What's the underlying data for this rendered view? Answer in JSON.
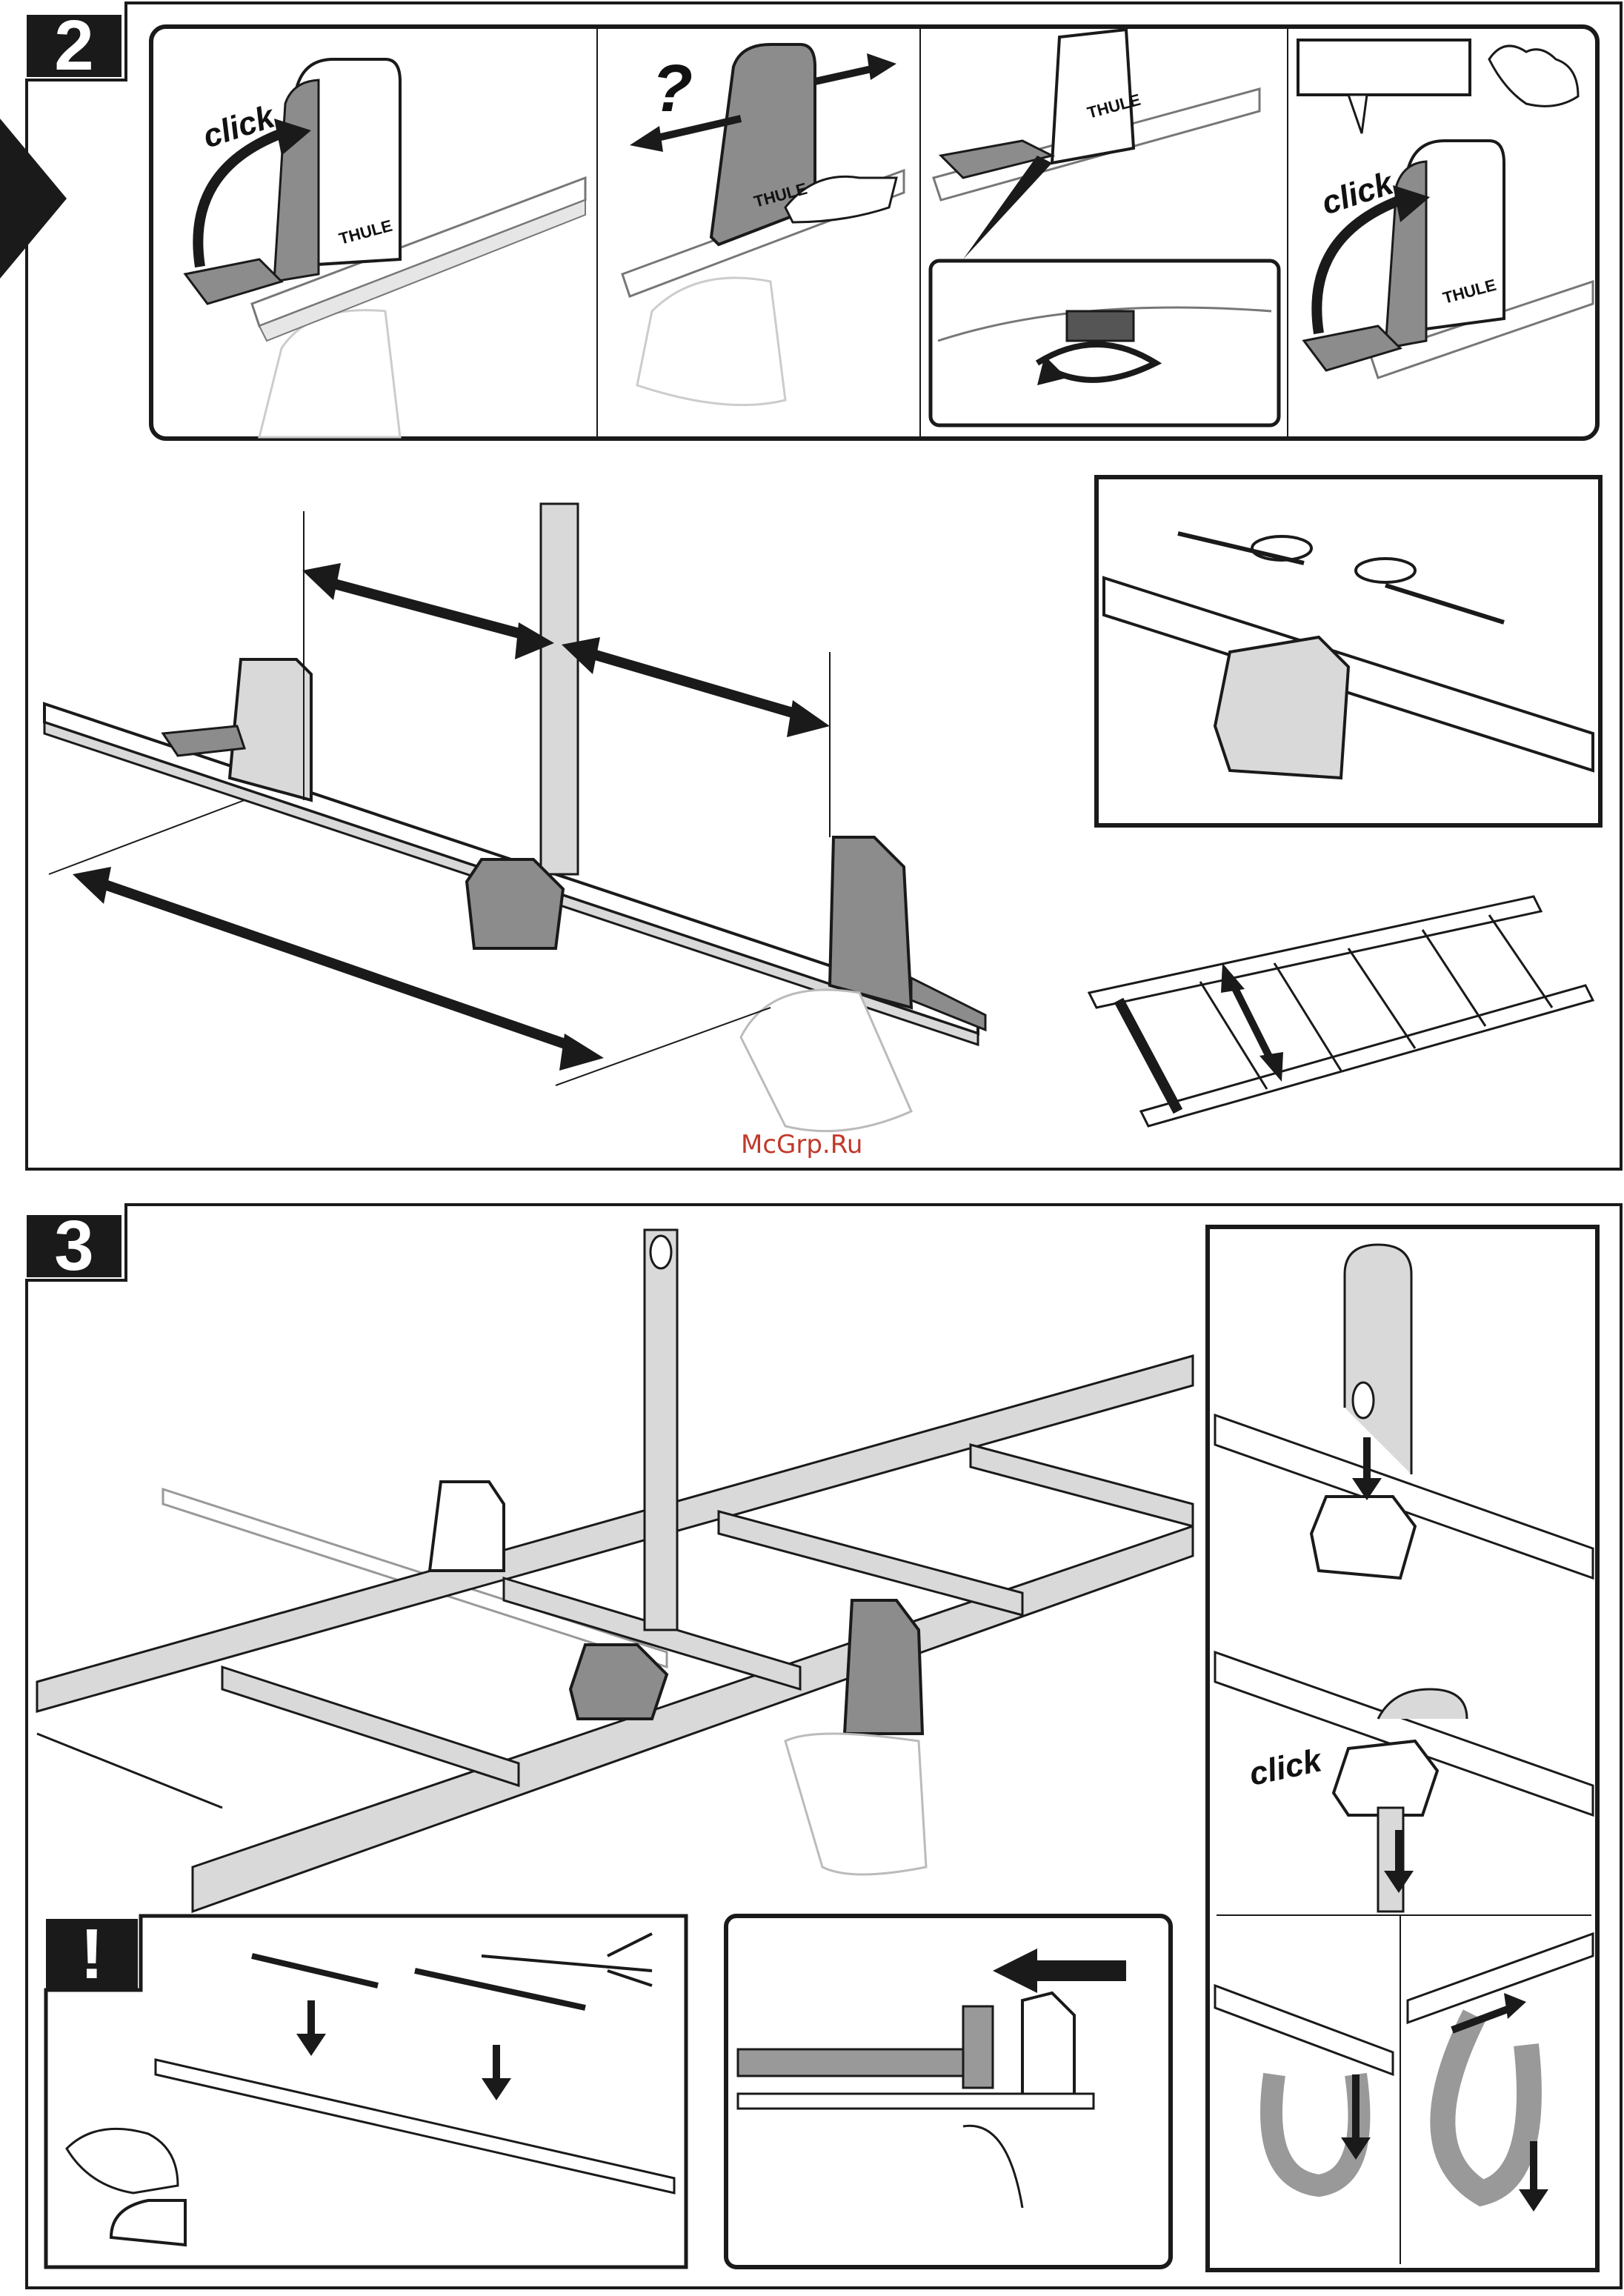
{
  "steps": {
    "step2": "2",
    "step3": "3",
    "warning": "!"
  },
  "labels": {
    "click_1": "click",
    "click_2": "click",
    "click_3": "click",
    "question": "?",
    "brand_1": "THULE",
    "brand_2": "THULE",
    "brand_3": "THULE",
    "brand_4": "THULE"
  },
  "watermark": "McGrp.Ru",
  "colors": {
    "ink": "#1a1a1a",
    "part_gray": "#8c8c8c",
    "light_gray": "#d9d9d9"
  }
}
